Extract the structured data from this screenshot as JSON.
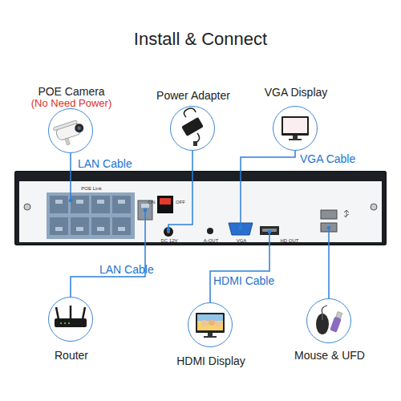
{
  "diagram": {
    "title": "Install & Connect",
    "nodes": [
      {
        "text": [
          "POE Camera",
          "(No Need Power)"
        ]
      },
      {
        "text": [
          "Power Adapter"
        ]
      },
      {
        "text": [
          "VGA Display"
        ]
      },
      {
        "text": [
          "POE Link",
          "ON",
          "OFF",
          "DC 12V",
          "A-OUT",
          "VGA",
          "HD OUT"
        ]
      },
      {
        "text": [
          "Router"
        ]
      },
      {
        "text": [
          "HDMI Display"
        ]
      },
      {
        "text": [
          "Mouse & UFD"
        ]
      }
    ],
    "edges": [
      {
        "from": 0,
        "to": 3,
        "label": "LAN Cable",
        "arrow": "none"
      },
      {
        "from": 1,
        "to": 3,
        "arrow": "none"
      },
      {
        "from": 2,
        "to": 3,
        "label": "VGA Cable",
        "arrow": "none"
      },
      {
        "from": 4,
        "to": 3,
        "label": "LAN Cable",
        "arrow": "none"
      },
      {
        "from": 5,
        "to": 3,
        "label": "HDMI Cable",
        "arrow": "none"
      },
      {
        "from": 6,
        "to": 3,
        "arrow": "none"
      }
    ]
  }
}
